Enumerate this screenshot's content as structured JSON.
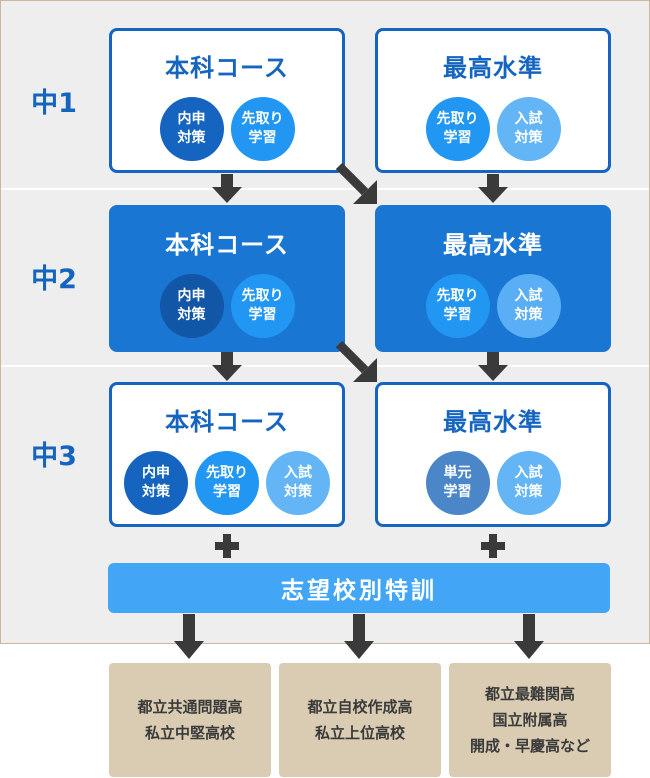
{
  "grades": [
    "中1",
    "中2",
    "中3"
  ],
  "rows": [
    {
      "left": {
        "title": "本科コース",
        "badges": [
          {
            "label": "内申\n対策",
            "tone": "dark"
          },
          {
            "label": "先取り\n学習",
            "tone": "mid"
          }
        ]
      },
      "right": {
        "title": "最高水準",
        "badges": [
          {
            "label": "先取り\n学習",
            "tone": "mid"
          },
          {
            "label": "入試\n対策",
            "tone": "light"
          }
        ]
      }
    },
    {
      "left": {
        "title": "本科コース",
        "badges": [
          {
            "label": "内申\n対策",
            "tone": "dark"
          },
          {
            "label": "先取り\n学習",
            "tone": "mid"
          }
        ]
      },
      "right": {
        "title": "最高水準",
        "badges": [
          {
            "label": "先取り\n学習",
            "tone": "mid"
          },
          {
            "label": "入試\n対策",
            "tone": "light"
          }
        ]
      }
    },
    {
      "left": {
        "title": "本科コース",
        "badges": [
          {
            "label": "内申\n対策",
            "tone": "dark"
          },
          {
            "label": "先取り\n学習",
            "tone": "mid"
          },
          {
            "label": "入試\n対策",
            "tone": "light"
          }
        ]
      },
      "right": {
        "title": "最高水準",
        "badges": [
          {
            "label": "単元\n学習",
            "tone": "steel"
          },
          {
            "label": "入試\n対策",
            "tone": "light"
          }
        ]
      }
    }
  ],
  "special": "志望校別特訓",
  "destinations": [
    "都立共通問題高\n私立中堅高校",
    "都立自校作成高\n私立上位高校",
    "都立最難関高\n国立附属高\n開成・早慶高など"
  ],
  "colors": {
    "primary": "#1565c0",
    "filled_card": "#1976d2",
    "band": "#42a5f5",
    "destination": "#d9ccb2",
    "arrow": "#3a3a3a"
  }
}
